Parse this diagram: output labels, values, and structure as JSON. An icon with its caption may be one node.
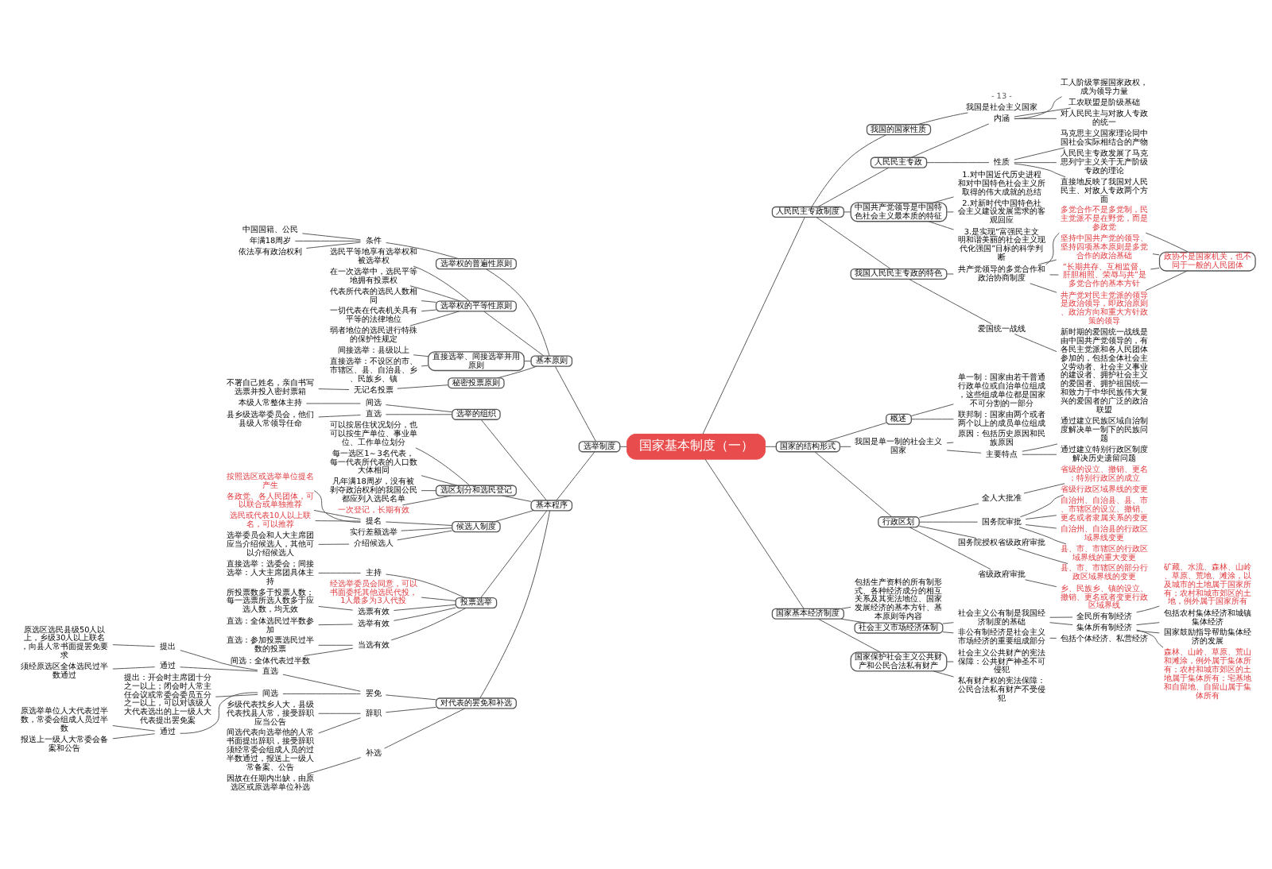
{
  "diagram": {
    "nodes": [
      {
        "text": [
          "国家基本制度（一）"
        ]
      },
      {
        "text": [
          "选举制度"
        ]
      },
      {
        "text": [
          "基本原则"
        ]
      },
      {
        "text": [
          "选举权的普遍性原则"
        ]
      },
      {
        "text": [
          "条件"
        ]
      },
      {
        "text": [
          "中国国籍、公民"
        ]
      },
      {
        "text": [
          "年满18周岁"
        ]
      },
      {
        "text": [
          "依法享有政治权利"
        ]
      },
      {
        "text": [
          "选举权的平等性原则"
        ]
      },
      {
        "text": [
          "选民平等地享有选举权和被选举权"
        ]
      },
      {
        "text": [
          "在一次选举中，选民平等地拥有投票权"
        ]
      },
      {
        "text": [
          "代表所代表的选民人数相同"
        ]
      },
      {
        "text": [
          "一切代表在代表机关具有平等的法律地位"
        ]
      },
      {
        "text": [
          "弱者地位的选民进行特殊的保护性规定"
        ]
      },
      {
        "text": [
          "直接选举、间接选举并用原则"
        ]
      },
      {
        "text": [
          "间接选举：县级以上"
        ]
      },
      {
        "text": [
          "直接选举：不设区的市、市辖区、县、自治县、乡、民族乡、镇"
        ]
      },
      {
        "text": [
          "秘密投票原则"
        ]
      },
      {
        "text": [
          "无记名投票"
        ]
      },
      {
        "text": [
          "不署自己姓名，亲自书写选票并投入密封票箱"
        ]
      },
      {
        "text": [
          "基本程序"
        ]
      },
      {
        "text": [
          "选举的组织"
        ]
      },
      {
        "text": [
          "间选"
        ]
      },
      {
        "text": [
          "本级人常整体主持"
        ]
      },
      {
        "text": [
          "直选"
        ]
      },
      {
        "text": [
          "县乡级选举委员会，他们县级人常领导任命"
        ]
      },
      {
        "text": [
          "选区划分和选民登记"
        ]
      },
      {
        "text": [
          "可以按居住状况划分，也可以按生产单位、事业单位、工作单位划分"
        ]
      },
      {
        "text": [
          "每一选区1～3名代表，每一代表所代表的人口数大体相同"
        ]
      },
      {
        "text": [
          "凡年满18周岁，没有被剥夺政治权利的我国公民都应列入选民名单"
        ]
      },
      {
        "text": [
          "一次登记，长期有效"
        ]
      },
      {
        "text": [
          "候选人制度"
        ]
      },
      {
        "text": [
          "提名"
        ]
      },
      {
        "text": [
          "按照选区或选举单位提名产生"
        ]
      },
      {
        "text": [
          "各政党、各人民团体，可以联合或单独推荐"
        ]
      },
      {
        "text": [
          "选民或代表10人以上联名，可以推荐"
        ]
      },
      {
        "text": [
          "实行差额选举"
        ]
      },
      {
        "text": [
          "介绍候选人"
        ]
      },
      {
        "text": [
          "选举委员会和人大主席团应当介绍候选人，其他可以介绍候选人"
        ]
      },
      {
        "text": [
          "投票选举"
        ]
      },
      {
        "text": [
          "主持"
        ]
      },
      {
        "text": [
          "直接选举：选委会；间接选举：人大主席团具体主持"
        ]
      },
      {
        "text": [
          "经选举委员会同意，可以书面委托其他选民代投，1人最多为3人代投"
        ]
      },
      {
        "text": [
          "选票有效"
        ]
      },
      {
        "text": [
          "所投票数多于投票人数；每一选票所选人数多于应选人数，均无效"
        ]
      },
      {
        "text": [
          "选举有效"
        ]
      },
      {
        "text": [
          "直选：全体选民过半数参加"
        ]
      },
      {
        "text": [
          "当选有效"
        ]
      },
      {
        "text": [
          "直选：参加投票选民过半数的投票"
        ]
      },
      {
        "text": [
          "间选：全体代表过半数"
        ]
      },
      {
        "text": [
          "对代表的罢免和补选"
        ]
      },
      {
        "text": [
          "罢免"
        ]
      },
      {
        "text": [
          "直选"
        ]
      },
      {
        "text": [
          "提出"
        ]
      },
      {
        "text": [
          "原选区选民县级50人以上，乡级30人以上联名，向县人常书面提罢免要求"
        ]
      },
      {
        "text": [
          "通过"
        ]
      },
      {
        "text": [
          "须经原选区全体选民过半数通过"
        ]
      },
      {
        "text": [
          "间选"
        ]
      },
      {
        "text": [
          "提出：开会时主席团十分之一以上；闭会时人常主任会议或常委会委员五分之一以上，可以对该级人大代表选出的上一级人大代表提出罢免案"
        ]
      },
      {
        "text": [
          "通过"
        ]
      },
      {
        "text": [
          "原选举单位人大代表过半数，常委会组成人员过半数"
        ]
      },
      {
        "text": [
          "报送上一级人大常委会备案和公告"
        ]
      },
      {
        "text": [
          "辞职"
        ]
      },
      {
        "text": [
          "乡级代表找乡人大，县级代表找县人常，接受辞职应当公告"
        ]
      },
      {
        "text": [
          "间选代表向选举他的人常书面提出辞职，接受辞职须经常委会组成人员的过半数通过，报送上一级人常备案、公告"
        ]
      },
      {
        "text": [
          "补选"
        ]
      },
      {
        "text": [
          "因故在任期内出缺，由原选区或原选举单位补选"
        ]
      },
      {
        "text": [
          "人民民主专政制度"
        ]
      },
      {
        "text": [
          "我国的国家性质"
        ]
      },
      {
        "text": [
          "我国是社会主义国家"
        ]
      },
      {
        "text": [
          "人民民主专政"
        ]
      },
      {
        "text": [
          "内涵"
        ]
      },
      {
        "text": [
          "工人阶级掌握国家政权，成为领导力量"
        ]
      },
      {
        "text": [
          "工农联盟是阶级基础"
        ]
      },
      {
        "text": [
          "对人民民主与对敌人专政的统一"
        ]
      },
      {
        "text": [
          "性质"
        ]
      },
      {
        "text": [
          "马克思主义国家理论同中国社会实际相结合的产物"
        ]
      },
      {
        "text": [
          "人民民主专政发展了马克思列宁主义关于无产阶级专政的理论"
        ]
      },
      {
        "text": [
          "直接地反映了我国对人民民主、对敌人专政两个方面"
        ]
      },
      {
        "text": [
          "中国共产党领导是中国特色社会主义最本质的特征"
        ]
      },
      {
        "text": [
          "1.对中国近代历史进程和对中国特色社会主义所取得的伟大成就的总结"
        ]
      },
      {
        "text": [
          "2.对新时代中国特色社会主义建设发展需求的客观回应"
        ]
      },
      {
        "text": [
          "3.是实现“富强民主文明和谐美丽的社会主义现代化强国”目标的科学判断"
        ]
      },
      {
        "text": [
          "我国人民民主专政的特色"
        ]
      },
      {
        "text": [
          "共产党领导的多党合作和政治协商制度"
        ]
      },
      {
        "text": [
          "多党合作不是多党制，民主党派不是在野党，而是参政党"
        ]
      },
      {
        "text": [
          "坚持中国共产党的领导、坚持四项基本原则是多党合作的政治基础"
        ]
      },
      {
        "text": [
          "“长期共存、互相监督、肝胆相照、荣辱与共”是多党合作的基本方针"
        ]
      },
      {
        "text": [
          "共产党对民主党派的领导是政治领导，即政治原则、政治方向和重大方针政策的领导"
        ]
      },
      {
        "text": [
          "政协不是国家机关，也不同于一般的人民团体"
        ]
      },
      {
        "text": [
          "爱国统一战线"
        ]
      },
      {
        "text": [
          "新时期的爱国统一战线是由中国共产党领导的，有各民主党派和各人民团体参加的，包括全体社会主义劳动者、社会主义事业的建设者、拥护社会主义的爱国者、拥护祖国统一和致力于中华民族伟大复兴的爱国者的广泛的政治联盟"
        ]
      },
      {
        "text": [
          "国家的结构形式"
        ]
      },
      {
        "text": [
          "概述"
        ]
      },
      {
        "text": [
          "单一制：国家由若干普通行政单位或自治单位组成，这些组成单位都是国家不可分割的一部分"
        ]
      },
      {
        "text": [
          "联邦制：国家由两个或者两个以上的成员单位组成"
        ]
      },
      {
        "text": [
          "我国是单一制的社会主义国家"
        ]
      },
      {
        "text": [
          "原因：包括历史原因和民族原因"
        ]
      },
      {
        "text": [
          "主要特点"
        ]
      },
      {
        "text": [
          "通过建立民族区域自治制度解决单一制下的民族问题"
        ]
      },
      {
        "text": [
          "通过建立特别行政区制度解决历史遗留问题"
        ]
      },
      {
        "text": [
          "行政区划"
        ]
      },
      {
        "text": [
          "全人大批准"
        ]
      },
      {
        "text": [
          "省级的设立、撤销、更名；特别行政区的成立"
        ]
      },
      {
        "text": [
          "国务院审批"
        ]
      },
      {
        "text": [
          "省级行政区域界线的变更"
        ]
      },
      {
        "text": [
          "自治州、自治县、县、市、市辖区的设立、撤销、更名或者隶属关系的变更"
        ]
      },
      {
        "text": [
          "自治州、自治县的行政区域界线变更"
        ]
      },
      {
        "text": [
          "县、市、市辖区的行政区域界线的重大变更"
        ]
      },
      {
        "text": [
          "国务院授权省级政府审批"
        ]
      },
      {
        "text": [
          "县、市、市辖区的部分行政区域界线的变更"
        ]
      },
      {
        "text": [
          "省级政府审批"
        ]
      },
      {
        "text": [
          "乡、民族乡、镇的设立、撤销、更名或者变更行政区域界线"
        ]
      },
      {
        "text": [
          "国家基本经济制度"
        ]
      },
      {
        "text": [
          "包括生产资料的所有制形式、各种经济成分的相互关系及其宪法地位、国家发展经济的基本方针、基本原则等内容"
        ]
      },
      {
        "text": [
          "社会主义市场经济体制"
        ]
      },
      {
        "text": [
          "社会主义公有制是我国经济制度的基础"
        ]
      },
      {
        "text": [
          "全民所有制经济"
        ]
      },
      {
        "text": [
          "矿藏、水流、森林、山岭、草原、荒地、滩涂，以及城市的土地属于国家所有；农村和城市郊区的土地，例外属于国家所有"
        ]
      },
      {
        "text": [
          "集体所有制经济"
        ]
      },
      {
        "text": [
          "包括农村集体经济和城镇集体经济"
        ]
      },
      {
        "text": [
          "国家鼓励指导帮助集体经济的发展"
        ]
      },
      {
        "text": [
          "森林、山岭、草原、荒山和滩涂，例外属于集体所有；农村和城市郊区的土地属于集体所有；宅基地和自留地、自留山属于集体所有"
        ]
      },
      {
        "text": [
          "非公有制经济是社会主义市场经济的重要组成部分"
        ]
      },
      {
        "text": [
          "包括个体经济、私营经济"
        ]
      },
      {
        "text": [
          "国家保护社会主义公共财产和公民合法私有财产"
        ]
      },
      {
        "text": [
          "社会主义公共财产的宪法保障：公共财产神圣不可侵犯"
        ]
      },
      {
        "text": [
          "私有财产权的宪法保障：公民合法私有财产不受侵犯"
        ]
      }
    ],
    "edges": [
      {
        "from": 1,
        "to": 0,
        "arrow": "none"
      },
      {
        "from": 2,
        "to": 1,
        "arrow": "none"
      },
      {
        "from": 20,
        "to": 1,
        "arrow": "none"
      },
      {
        "from": 3,
        "to": 2,
        "arrow": "none"
      },
      {
        "from": 4,
        "to": 3,
        "arrow": "none"
      },
      {
        "from": 5,
        "to": 4,
        "arrow": "none"
      },
      {
        "from": 6,
        "to": 4,
        "arrow": "none"
      },
      {
        "from": 7,
        "to": 4,
        "arrow": "none"
      },
      {
        "from": 8,
        "to": 2,
        "arrow": "none"
      },
      {
        "from": 9,
        "to": 8,
        "arrow": "none"
      },
      {
        "from": 10,
        "to": 8,
        "arrow": "none"
      },
      {
        "from": 11,
        "to": 8,
        "arrow": "none"
      },
      {
        "from": 12,
        "to": 8,
        "arrow": "none"
      },
      {
        "from": 13,
        "to": 8,
        "arrow": "none"
      },
      {
        "from": 14,
        "to": 2,
        "arrow": "none"
      },
      {
        "from": 15,
        "to": 14,
        "arrow": "none"
      },
      {
        "from": 16,
        "to": 14,
        "arrow": "none"
      },
      {
        "from": 17,
        "to": 2,
        "arrow": "none"
      },
      {
        "from": 18,
        "to": 17,
        "arrow": "none"
      },
      {
        "from": 19,
        "to": 18,
        "arrow": "none"
      },
      {
        "from": 21,
        "to": 20,
        "arrow": "none"
      },
      {
        "from": 22,
        "to": 21,
        "arrow": "none"
      },
      {
        "from": 23,
        "to": 22,
        "arrow": "none"
      },
      {
        "from": 24,
        "to": 21,
        "arrow": "none"
      },
      {
        "from": 25,
        "to": 24,
        "arrow": "none"
      },
      {
        "from": 26,
        "to": 20,
        "arrow": "none"
      },
      {
        "from": 27,
        "to": 26,
        "arrow": "none"
      },
      {
        "from": 28,
        "to": 26,
        "arrow": "none"
      },
      {
        "from": 29,
        "to": 26,
        "arrow": "none"
      },
      {
        "from": 30,
        "to": 26,
        "arrow": "none"
      },
      {
        "from": 31,
        "to": 20,
        "arrow": "none"
      },
      {
        "from": 32,
        "to": 31,
        "arrow": "none"
      },
      {
        "from": 33,
        "to": 32,
        "arrow": "none"
      },
      {
        "from": 34,
        "to": 32,
        "arrow": "none"
      },
      {
        "from": 35,
        "to": 32,
        "arrow": "none"
      },
      {
        "from": 36,
        "to": 31,
        "arrow": "none"
      },
      {
        "from": 37,
        "to": 31,
        "arrow": "none"
      },
      {
        "from": 38,
        "to": 37,
        "arrow": "none"
      },
      {
        "from": 39,
        "to": 20,
        "arrow": "none"
      },
      {
        "from": 40,
        "to": 39,
        "arrow": "none"
      },
      {
        "from": 41,
        "to": 40,
        "arrow": "none"
      },
      {
        "from": 42,
        "to": 39,
        "arrow": "none"
      },
      {
        "from": 43,
        "to": 39,
        "arrow": "none"
      },
      {
        "from": 44,
        "to": 43,
        "arrow": "none"
      },
      {
        "from": 45,
        "to": 39,
        "arrow": "none"
      },
      {
        "from": 46,
        "to": 45,
        "arrow": "none"
      },
      {
        "from": 47,
        "to": 39,
        "arrow": "none"
      },
      {
        "from": 48,
        "to": 47,
        "arrow": "none"
      },
      {
        "from": 49,
        "to": 47,
        "arrow": "none"
      },
      {
        "from": 50,
        "to": 20,
        "arrow": "none"
      },
      {
        "from": 51,
        "to": 50,
        "arrow": "none"
      },
      {
        "from": 52,
        "to": 51,
        "arrow": "none"
      },
      {
        "from": 53,
        "to": 52,
        "arrow": "none"
      },
      {
        "from": 54,
        "to": 53,
        "arrow": "none"
      },
      {
        "from": 55,
        "to": 52,
        "arrow": "none"
      },
      {
        "from": 56,
        "to": 55,
        "arrow": "none"
      },
      {
        "from": 57,
        "to": 51,
        "arrow": "none"
      },
      {
        "from": 58,
        "to": 57,
        "arrow": "none"
      },
      {
        "from": 59,
        "to": 57,
        "arrow": "none"
      },
      {
        "from": 60,
        "to": 59,
        "arrow": "none"
      },
      {
        "from": 61,
        "to": 59,
        "arrow": "none"
      },
      {
        "from": 62,
        "to": 50,
        "arrow": "none"
      },
      {
        "from": 63,
        "to": 62,
        "arrow": "none"
      },
      {
        "from": 64,
        "to": 62,
        "arrow": "none"
      },
      {
        "from": 65,
        "to": 50,
        "arrow": "none"
      },
      {
        "from": 66,
        "to": 65,
        "arrow": "none"
      },
      {
        "from": 0,
        "to": 67,
        "arrow": "none"
      },
      {
        "from": 67,
        "to": 68,
        "arrow": "none"
      },
      {
        "from": 68,
        "to": 69,
        "arrow": "none"
      },
      {
        "from": 67,
        "to": 70,
        "arrow": "none"
      },
      {
        "from": 70,
        "to": 71,
        "arrow": "none"
      },
      {
        "from": 71,
        "to": 72,
        "arrow": "none"
      },
      {
        "from": 71,
        "to": 73,
        "arrow": "none"
      },
      {
        "from": 71,
        "to": 74,
        "arrow": "none"
      },
      {
        "from": 70,
        "to": 75,
        "arrow": "none"
      },
      {
        "from": 75,
        "to": 76,
        "arrow": "none"
      },
      {
        "from": 75,
        "to": 77,
        "arrow": "none"
      },
      {
        "from": 75,
        "to": 78,
        "arrow": "none"
      },
      {
        "from": 67,
        "to": 79,
        "arrow": "none"
      },
      {
        "from": 79,
        "to": 80,
        "arrow": "none"
      },
      {
        "from": 79,
        "to": 81,
        "arrow": "none"
      },
      {
        "from": 79,
        "to": 82,
        "arrow": "none"
      },
      {
        "from": 67,
        "to": 83,
        "arrow": "none"
      },
      {
        "from": 83,
        "to": 84,
        "arrow": "none"
      },
      {
        "from": 84,
        "to": 85,
        "arrow": "none"
      },
      {
        "from": 84,
        "to": 86,
        "arrow": "none"
      },
      {
        "from": 84,
        "to": 87,
        "arrow": "none"
      },
      {
        "from": 84,
        "to": 88,
        "arrow": "none"
      },
      {
        "from": 85,
        "to": 89,
        "arrow": "none"
      },
      {
        "from": 86,
        "to": 89,
        "arrow": "none"
      },
      {
        "from": 87,
        "to": 89,
        "arrow": "none"
      },
      {
        "from": 88,
        "to": 89,
        "arrow": "none"
      },
      {
        "from": 83,
        "to": 90,
        "arrow": "none"
      },
      {
        "from": 90,
        "to": 91,
        "arrow": "none"
      },
      {
        "from": 0,
        "to": 92,
        "arrow": "none"
      },
      {
        "from": 92,
        "to": 93,
        "arrow": "none"
      },
      {
        "from": 93,
        "to": 94,
        "arrow": "none"
      },
      {
        "from": 93,
        "to": 95,
        "arrow": "none"
      },
      {
        "from": 92,
        "to": 96,
        "arrow": "none"
      },
      {
        "from": 96,
        "to": 97,
        "arrow": "none"
      },
      {
        "from": 96,
        "to": 98,
        "arrow": "none"
      },
      {
        "from": 98,
        "to": 99,
        "arrow": "none"
      },
      {
        "from": 98,
        "to": 100,
        "arrow": "none"
      },
      {
        "from": 92,
        "to": 101,
        "arrow": "none"
      },
      {
        "from": 101,
        "to": 102,
        "arrow": "none"
      },
      {
        "from": 102,
        "to": 103,
        "arrow": "none"
      },
      {
        "from": 101,
        "to": 104,
        "arrow": "none"
      },
      {
        "from": 104,
        "to": 105,
        "arrow": "none"
      },
      {
        "from": 104,
        "to": 106,
        "arrow": "none"
      },
      {
        "from": 104,
        "to": 107,
        "arrow": "none"
      },
      {
        "from": 104,
        "to": 108,
        "arrow": "none"
      },
      {
        "from": 101,
        "to": 109,
        "arrow": "none"
      },
      {
        "from": 109,
        "to": 110,
        "arrow": "none"
      },
      {
        "from": 101,
        "to": 111,
        "arrow": "none"
      },
      {
        "from": 111,
        "to": 112,
        "arrow": "none"
      },
      {
        "from": 0,
        "to": 113,
        "arrow": "none"
      },
      {
        "from": 113,
        "to": 114,
        "arrow": "none"
      },
      {
        "from": 113,
        "to": 115,
        "arrow": "none"
      },
      {
        "from": 115,
        "to": 116,
        "arrow": "none"
      },
      {
        "from": 116,
        "to": 117,
        "arrow": "none"
      },
      {
        "from": 117,
        "to": 118,
        "arrow": "none"
      },
      {
        "from": 116,
        "to": 119,
        "arrow": "none"
      },
      {
        "from": 119,
        "to": 120,
        "arrow": "none"
      },
      {
        "from": 119,
        "to": 121,
        "arrow": "none"
      },
      {
        "from": 119,
        "to": 122,
        "arrow": "none"
      },
      {
        "from": 115,
        "to": 123,
        "arrow": "none"
      },
      {
        "from": 123,
        "to": 124,
        "arrow": "none"
      },
      {
        "from": 113,
        "to": 125,
        "arrow": "none"
      },
      {
        "from": 125,
        "to": 126,
        "arrow": "none"
      },
      {
        "from": 125,
        "to": 127,
        "arrow": "none"
      }
    ],
    "labels": [
      "- 13 -"
    ]
  }
}
